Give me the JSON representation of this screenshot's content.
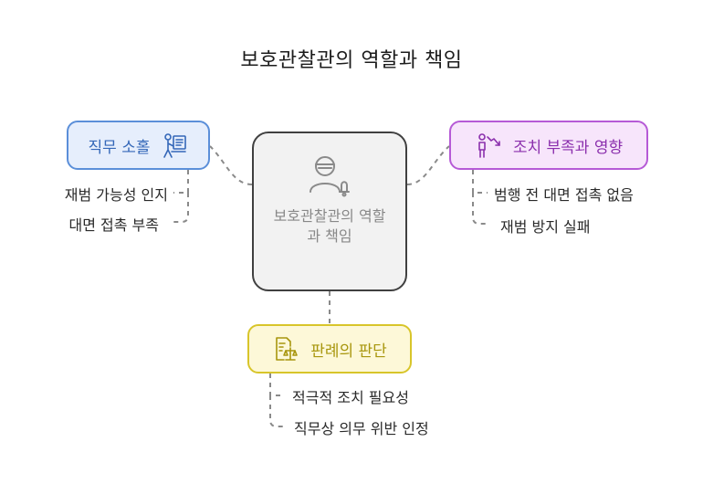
{
  "title": "보호관찰관의 역할과 책임",
  "center": {
    "label": "보호관찰관의 역할과 책임",
    "icon": "officer-icon"
  },
  "nodes": {
    "left": {
      "label": "직무 소홀",
      "icon": "paperwork-icon",
      "color": "#5b8fd9",
      "fill": "#e6eefc"
    },
    "right": {
      "label": "조치 부족과 영향",
      "icon": "decline-person-icon",
      "color": "#b65ad6",
      "fill": "#f7e5fb"
    },
    "bottom": {
      "label": "판례의 판단",
      "icon": "legal-scale-icon",
      "color": "#d8c52a",
      "fill": "#fdf8d8"
    }
  },
  "subitems": {
    "left": [
      "재범 가능성 인지",
      "대면 접촉 부족"
    ],
    "right": [
      "범행 전 대면 접촉 없음",
      "재범 방지 실패"
    ],
    "bottom": [
      "적극적 조치 필요성",
      "직무상 의무 위반 인정"
    ]
  }
}
